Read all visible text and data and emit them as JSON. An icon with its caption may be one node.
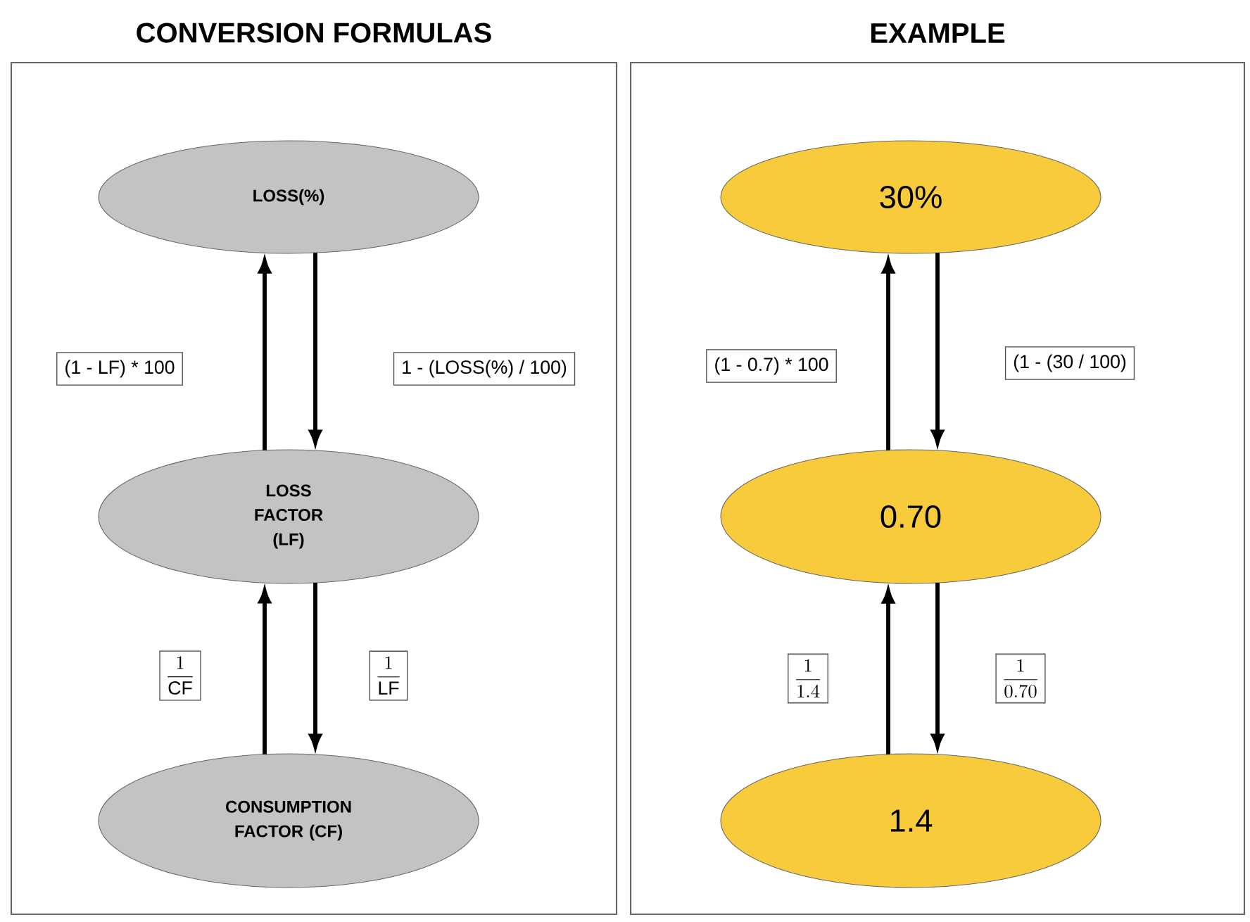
{
  "diagram": {
    "nodes": [
      {
        "text": [
          "CONVERSION FORMULAS"
        ]
      },
      {
        "text": [
          "LOSS(%)"
        ],
        "in": 0
      },
      {
        "text": [
          "LOSS FACTOR (LF)"
        ],
        "in": 0
      },
      {
        "text": [
          "CONSUMPTION FACTOR (CF)"
        ],
        "in": 0
      },
      {
        "text": [
          "EXAMPLE"
        ]
      },
      {
        "text": [
          "30%"
        ],
        "in": 4
      },
      {
        "text": [
          "0.70"
        ],
        "in": 4
      },
      {
        "text": [
          "1.4"
        ],
        "in": 4
      }
    ],
    "edges": [
      {
        "from": 2,
        "to": 1,
        "arrow": "to",
        "label": "(1 - LF) * 100"
      },
      {
        "from": 1,
        "to": 2,
        "arrow": "to",
        "label": "1 - (LOSS(%) / 100)"
      },
      {
        "from": 3,
        "to": 2,
        "arrow": "to",
        "label": "\\frac{1}{\\mathrm{CF}}"
      },
      {
        "from": 2,
        "to": 3,
        "arrow": "to",
        "label": "\\frac{1}{\\mathrm{LF}}"
      },
      {
        "from": 6,
        "to": 5,
        "arrow": "to",
        "label": "(1 - 0.7) * 100"
      },
      {
        "from": 5,
        "to": 6,
        "arrow": "to",
        "label": "(1 - (30 / 100)"
      },
      {
        "from": 7,
        "to": 6,
        "arrow": "to",
        "label": "\\frac{1}{1.4}"
      },
      {
        "from": 6,
        "to": 7,
        "arrow": "to",
        "label": "\\frac{1}{0.70}"
      }
    ]
  }
}
